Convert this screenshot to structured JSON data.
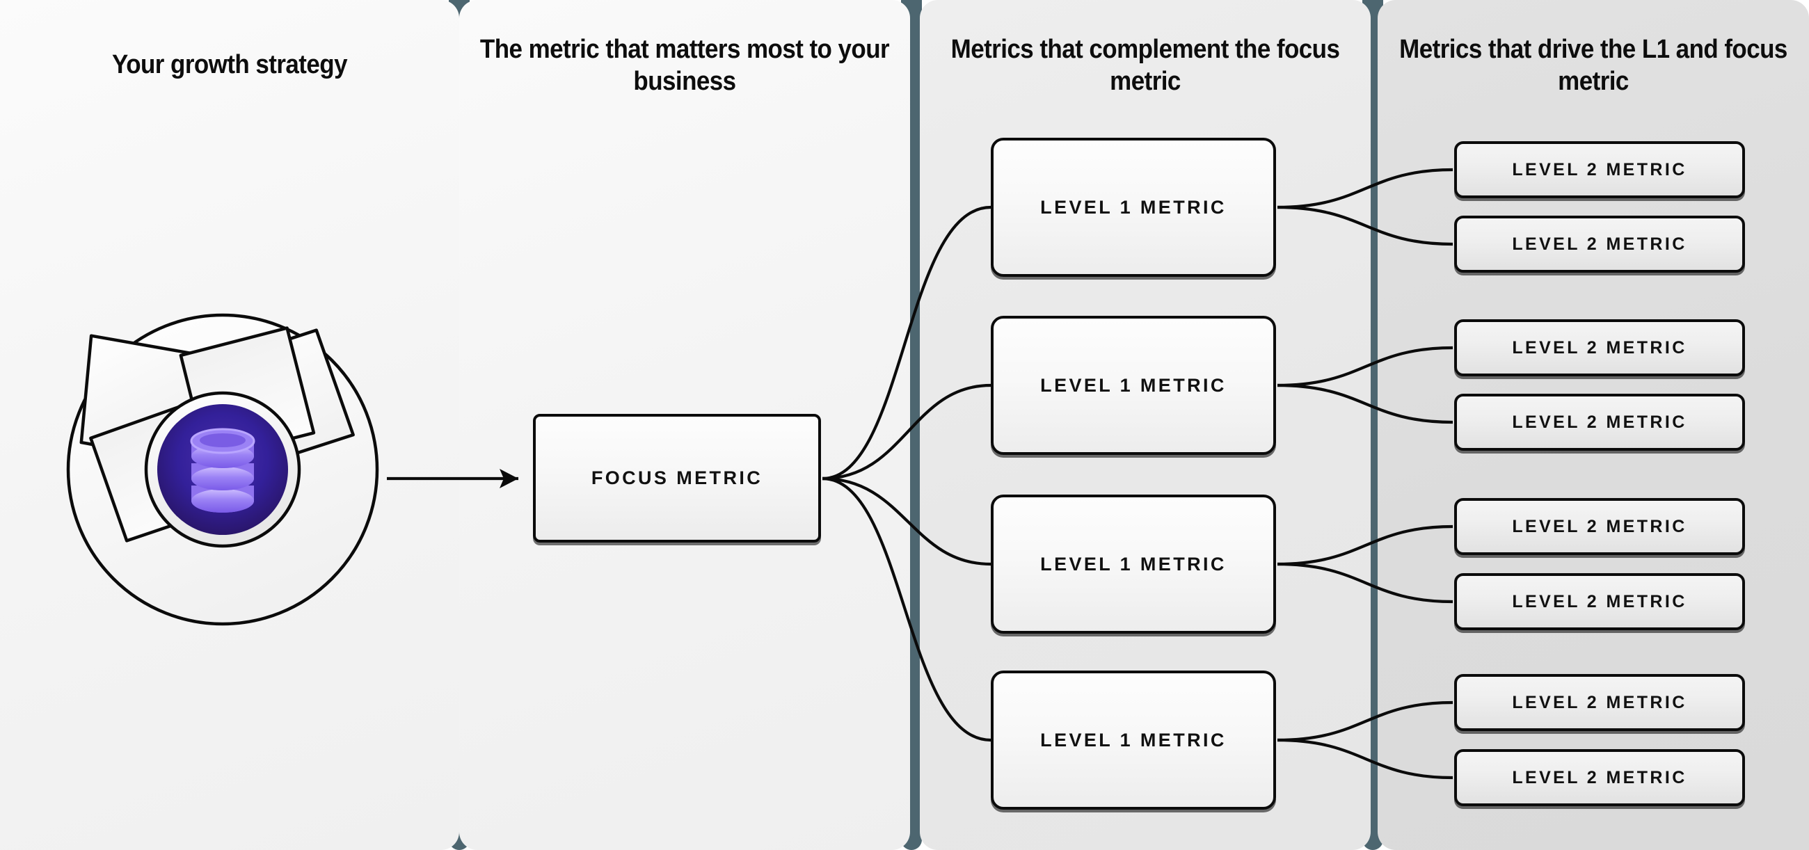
{
  "columns": [
    {
      "id": "growth-strategy",
      "header": "Your growth strategy"
    },
    {
      "id": "focus-metric",
      "header": "The metric that matters most to your business"
    },
    {
      "id": "level-1-metrics",
      "header": "Metrics that complement the focus metric"
    },
    {
      "id": "level-2-metrics",
      "header": "Metrics that drive the L1 and focus metric"
    }
  ],
  "emblem": {
    "name": "growth-strategy-aperture-icon",
    "core_icon": "database-stack-icon",
    "core_color": "#2e1a7a",
    "core_accent": "#8b6cf0",
    "outline_color": "#0b0b0b",
    "blade_color": "#fafafa"
  },
  "focus_node": {
    "label": "FOCUS METRIC"
  },
  "level1_nodes": [
    {
      "label": "LEVEL 1 METRIC"
    },
    {
      "label": "LEVEL 1 METRIC"
    },
    {
      "label": "LEVEL 1 METRIC"
    },
    {
      "label": "LEVEL 1 METRIC"
    }
  ],
  "level2_nodes": [
    {
      "label": "LEVEL 2 METRIC"
    },
    {
      "label": "LEVEL 2 METRIC"
    },
    {
      "label": "LEVEL 2 METRIC"
    },
    {
      "label": "LEVEL 2 METRIC"
    },
    {
      "label": "LEVEL 2 METRIC"
    },
    {
      "label": "LEVEL 2 METRIC"
    },
    {
      "label": "LEVEL 2 METRIC"
    },
    {
      "label": "LEVEL 2 METRIC"
    }
  ],
  "theme": {
    "divider_color": "#4d6670",
    "node_border": "#0b0b0b",
    "text_color": "#111111",
    "column_backgrounds": [
      "#f6f6f6",
      "#f4f4f4",
      "#e9e9e9",
      "#dedede"
    ]
  }
}
